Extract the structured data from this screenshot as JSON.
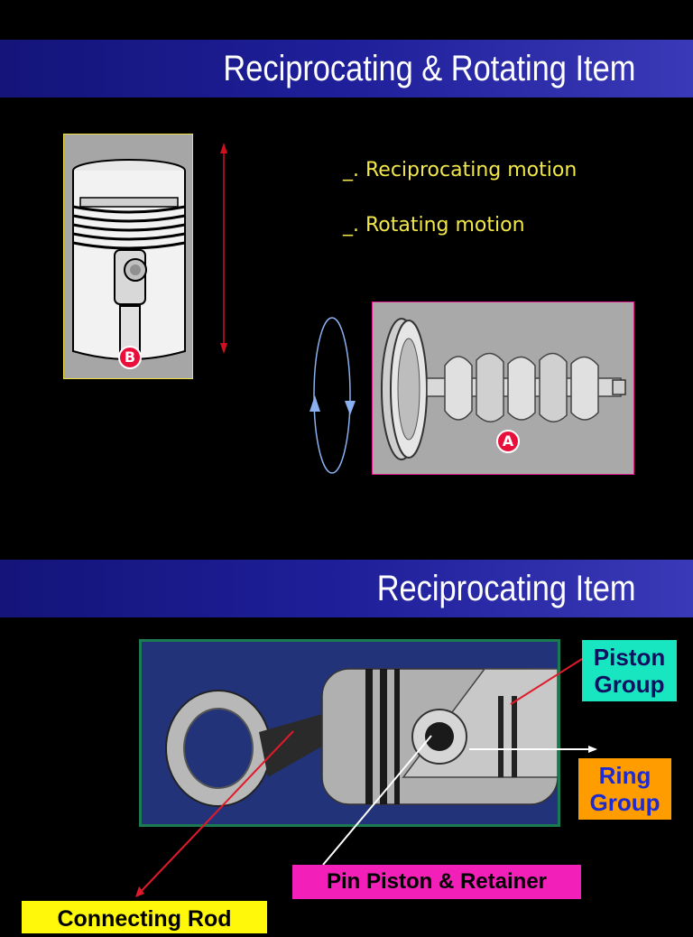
{
  "slide1": {
    "title": "Reciprocating & Rotating Item",
    "motions": [
      "_. Reciprocating motion",
      "_. Rotating motion"
    ],
    "markers": {
      "piston": "B",
      "crankshaft": "A"
    }
  },
  "slide2": {
    "title": "Reciprocating Item",
    "labels": {
      "piston_group": [
        "Piston",
        "Group"
      ],
      "ring_group": [
        "Ring",
        "Group"
      ],
      "pin_piston": "Pin Piston & Retainer",
      "connecting_rod": "Connecting Rod"
    }
  },
  "colors": {
    "motion_text": "#f2e84a",
    "piston_group": "#17e6c0",
    "ring_group": "#ff9c00",
    "pin_piston": "#f21fb8",
    "connecting_rod": "#fff80a",
    "banner": "#1f1f9a"
  }
}
